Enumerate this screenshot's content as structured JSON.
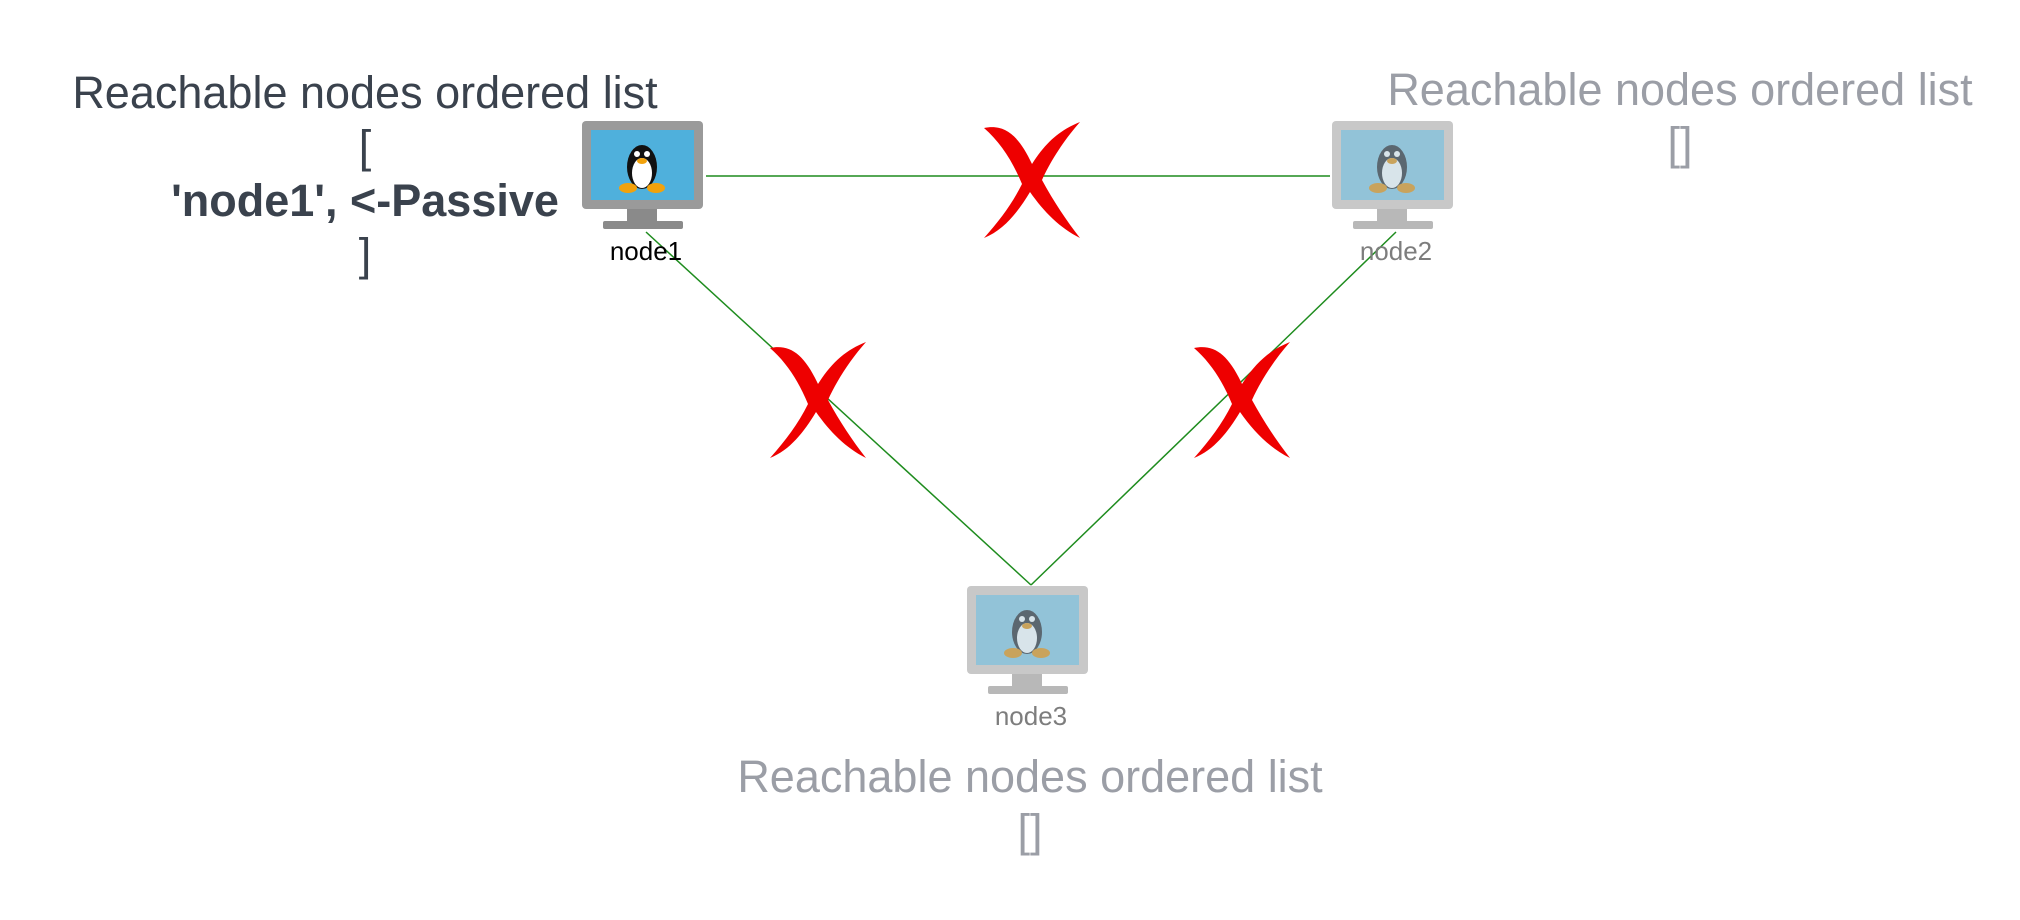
{
  "panels": {
    "node1": {
      "title": "Reachable nodes ordered list",
      "open": "[",
      "entry": "'node1', <-Passive",
      "close": "]"
    },
    "node2": {
      "title": "Reachable nodes ordered list",
      "value": "[]"
    },
    "node3": {
      "title": "Reachable nodes ordered list",
      "value": "[]"
    }
  },
  "nodes": [
    {
      "id": "node1",
      "label": "node1",
      "state": "active",
      "icon": "linux-monitor-icon"
    },
    {
      "id": "node2",
      "label": "node2",
      "state": "faded",
      "icon": "linux-monitor-icon"
    },
    {
      "id": "node3",
      "label": "node3",
      "state": "faded",
      "icon": "linux-monitor-icon"
    }
  ],
  "links": [
    {
      "from": "node1",
      "to": "node2",
      "broken": true
    },
    {
      "from": "node1",
      "to": "node3",
      "broken": true
    },
    {
      "from": "node2",
      "to": "node3",
      "broken": true
    }
  ],
  "colors": {
    "link": "#1e8c1e",
    "broken_mark": "#ee0000",
    "active_text": "#3a424d",
    "faded_text": "#9b9ea6"
  }
}
